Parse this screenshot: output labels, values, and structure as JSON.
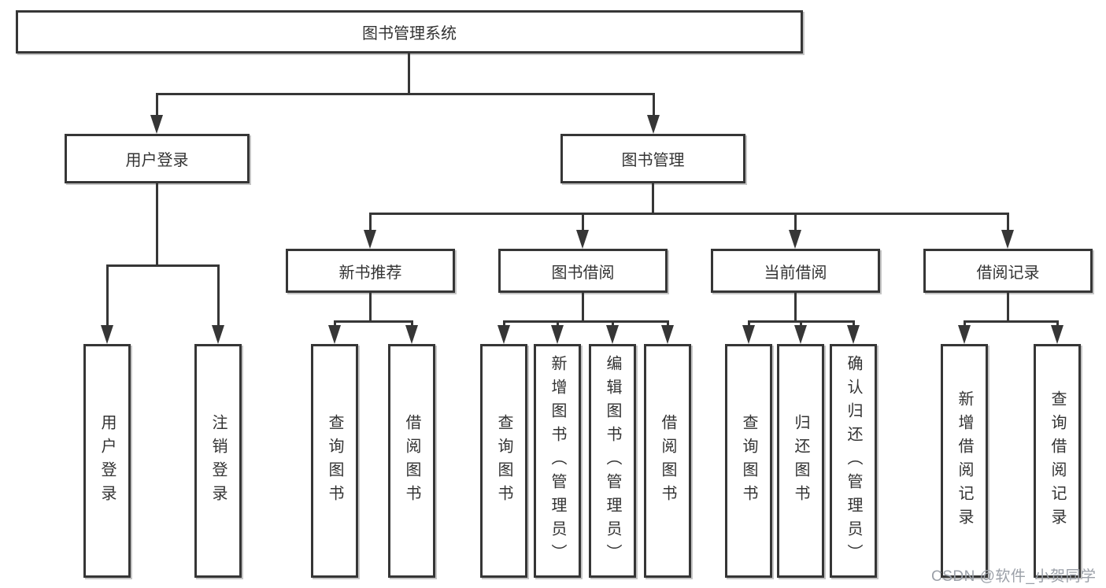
{
  "tree": {
    "label": "图书管理系统",
    "children": [
      {
        "label": "用户登录",
        "children": [
          {
            "label": "用户登录"
          },
          {
            "label": "注销登录"
          }
        ]
      },
      {
        "label": "图书管理",
        "children": [
          {
            "label": "新书推荐",
            "children": [
              {
                "label": "查询图书"
              },
              {
                "label": "借阅图书"
              }
            ]
          },
          {
            "label": "图书借阅",
            "children": [
              {
                "label": "查询图书"
              },
              {
                "label": "新增图书（管理员）"
              },
              {
                "label": "编辑图书（管理员）"
              },
              {
                "label": "借阅图书"
              }
            ]
          },
          {
            "label": "当前借阅",
            "children": [
              {
                "label": "查询图书"
              },
              {
                "label": "归还图书"
              },
              {
                "label": "确认归还（管理员）"
              }
            ]
          },
          {
            "label": "借阅记录",
            "children": [
              {
                "label": "新增借阅记录"
              },
              {
                "label": "查询借阅记录"
              }
            ]
          }
        ]
      }
    ]
  },
  "watermark": {
    "text": "CSDN @软件_小贺同学"
  },
  "colors": {
    "line": "#363636",
    "box_border": "#363636",
    "text": "#333333",
    "watermark": "#9ba0a8",
    "background": "#ffffff"
  }
}
